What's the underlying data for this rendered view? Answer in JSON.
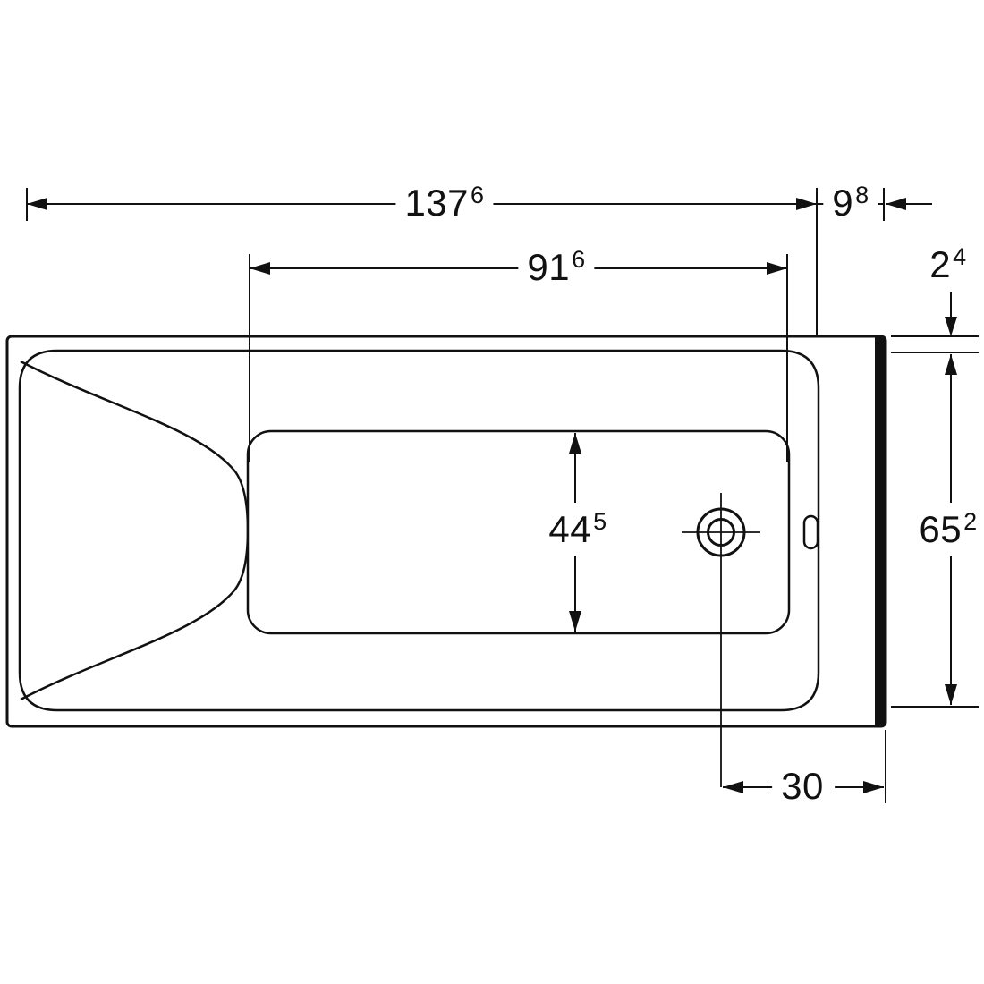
{
  "drawing": {
    "title": "Bathtub plan view technical drawing",
    "colors": {
      "line": "#111111",
      "background": "#ffffff"
    },
    "dims": {
      "overall_length": {
        "main": "137",
        "sup": "6"
      },
      "right_deck": {
        "main": "9",
        "sup": "8"
      },
      "inner_length": {
        "main": "91",
        "sup": "6"
      },
      "rim_width": {
        "main": "2",
        "sup": "4"
      },
      "inner_width": {
        "main": "44",
        "sup": "5"
      },
      "outer_width": {
        "main": "65",
        "sup": "2"
      },
      "drain_offset": {
        "main": "30",
        "sup": ""
      }
    }
  }
}
